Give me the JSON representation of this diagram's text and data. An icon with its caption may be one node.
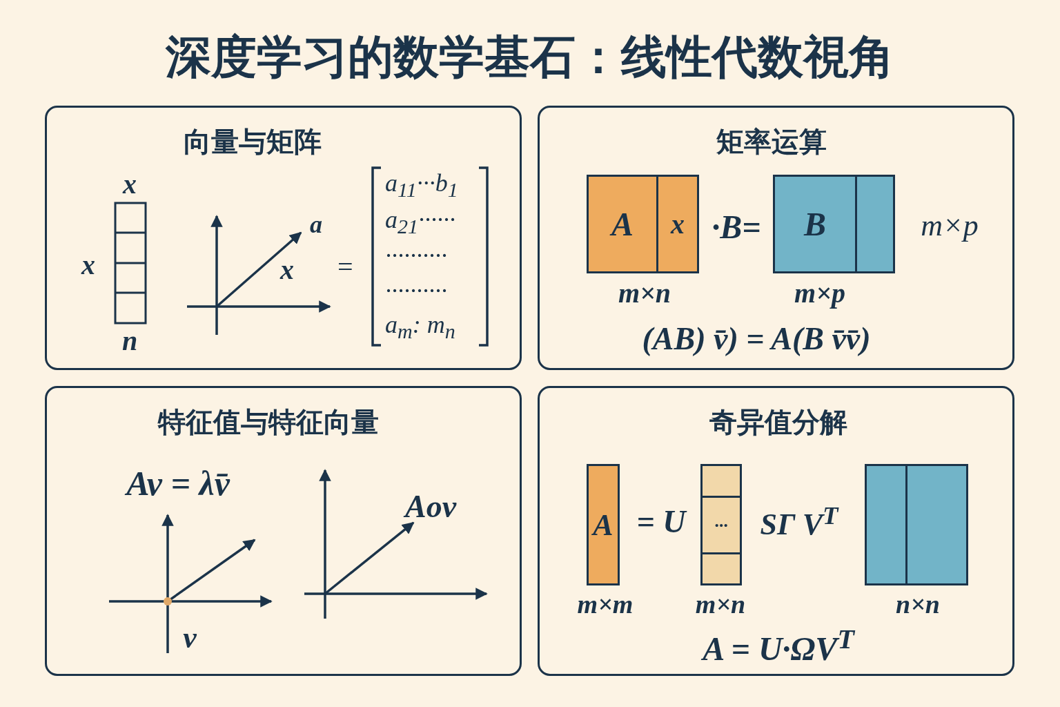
{
  "diagram": {
    "title": "深度学习的数学基石：线性代数視角",
    "nodes": [
      {
        "text": [
          "向量与矩阵"
        ]
      },
      {
        "text": [
          "矩率运算"
        ]
      },
      {
        "text": [
          "A"
        ],
        "in": 1
      },
      {
        "text": [
          "x"
        ],
        "in": 1
      },
      {
        "text": [
          "B"
        ],
        "in": 1
      },
      {
        "text": [],
        "shape": "box",
        "in": 1
      },
      {
        "text": [
          "特征值与特征向量"
        ]
      },
      {
        "text": [
          "奇异值分解"
        ]
      },
      {
        "text": [
          "A"
        ],
        "in": 7
      },
      {
        "text": [],
        "shape": "box",
        "in": 7
      },
      {
        "text": [
          "···"
        ],
        "in": 7
      },
      {
        "text": [],
        "shape": "box",
        "in": 7
      },
      {
        "text": [],
        "shape": "box",
        "in": 7
      },
      {
        "text": [],
        "shape": "box",
        "in": 7
      }
    ],
    "labels": [
      "x",
      "x",
      "n",
      "a",
      "x",
      "=",
      "a$_{11}$···b$_{1}$",
      "a$_{21}$······",
      "··········",
      "··········",
      "a$_{m}$: m$_{n}$",
      "·B=",
      "m×p",
      "m×n",
      "m×p",
      "(AB) v̄) = A(B v̄v̄)",
      "Av = λv̄",
      "Aov",
      "v",
      "= U",
      "SΓ V$^{T}$",
      "m×m",
      "m×n",
      "n×n",
      "A = U·ΩV$^{T}$"
    ]
  }
}
